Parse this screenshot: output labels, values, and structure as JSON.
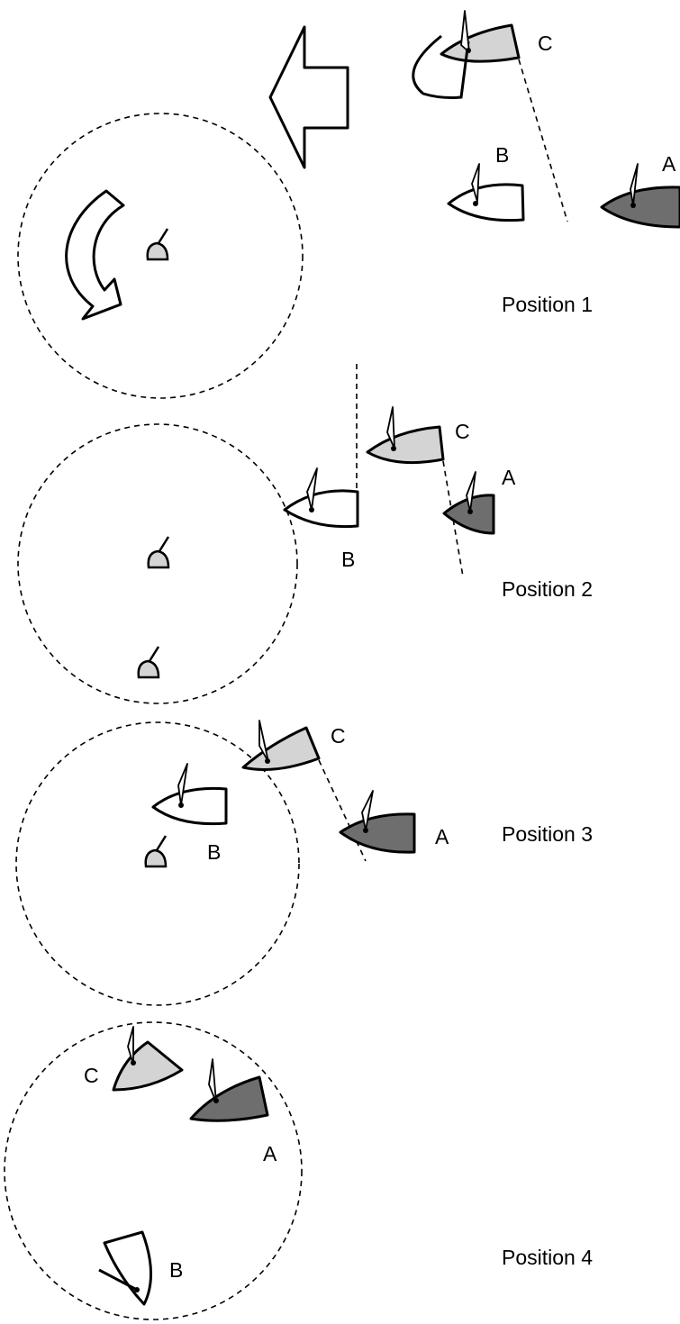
{
  "colors": {
    "boat_a": "#6e6e6e",
    "boat_b": "#ffffff",
    "boat_c": "#d4d4d4",
    "mark": "#d4d4d4",
    "ink": "#000000"
  },
  "positions": [
    {
      "label": "Position 1",
      "boat_a": "A",
      "boat_b": "B",
      "boat_c": "C"
    },
    {
      "label": "Position 2",
      "boat_a": "A",
      "boat_b": "B",
      "boat_c": "C"
    },
    {
      "label": "Position 3",
      "boat_a": "A",
      "boat_b": "B",
      "boat_c": "C"
    },
    {
      "label": "Position 4",
      "boat_a": "A",
      "boat_b": "B",
      "boat_c": "C"
    }
  ]
}
